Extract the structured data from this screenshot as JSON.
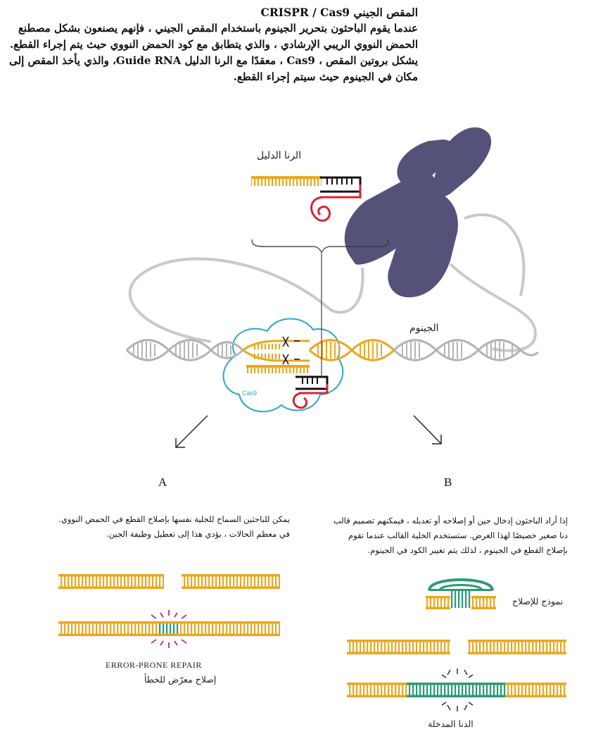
{
  "intro": {
    "title": "المقص الجيني CRISPR / Cas9",
    "body": "عندما يقوم الباحثون بتحرير الجينوم باستخدام المقص الجيني ، فإنهم يصنعون بشكل مصطنع الحمض النووي الريبي الإرشادي ، والذي يتطابق مع كود الحمض النووي حيث يتم إجراء القطع. يشكل بروتين المقص ، Cas9 ، معقدًا مع الرنا الدليل Guide RNA، والذي يأخذ المقص إلى مكان في الجينوم حيث سيتم إجراء القطع."
  },
  "labels": {
    "guide_rna": "الرنا الدليل",
    "genome": "الجينوم",
    "cas9": "Cas9"
  },
  "panels": {
    "a": {
      "letter": "A",
      "text": "يمكن للباحثين السماح للخلية نفسها بإصلاح القطع في الحمض النووي. في معظم الحالات ، يؤدي هذا إلى تعطيل وظيفة الجين.",
      "caption_en": "ERROR-PRONE REPAIR",
      "caption_ar": "إصلاح معرّض للخطأ"
    },
    "b": {
      "letter": "B",
      "text": "إذا أراد الباحثون إدخال جين أو إصلاحه أو تعديله ، فيمكنهم تصميم قالب دنا صغير خصيصًا لهذا الغرض. ستستخدم الخلية القالب عندما تقوم بإصلاح القطع في الجينوم ، لذلك يتم تغيير الكود في الجينوم.",
      "template_label": "نموذج للإصلاح",
      "caption_ar": "الدنا المدخلة"
    }
  },
  "colors": {
    "dna_orange": "#e9a823",
    "dna_gray": "#b3b3b8",
    "repair_green": "#2a9b75",
    "guide_red": "#d9252f",
    "guide_black": "#111111",
    "cas9_cyan": "#2aa7c9",
    "chromosome": "#55527a",
    "burst_red": "#c3144c"
  }
}
